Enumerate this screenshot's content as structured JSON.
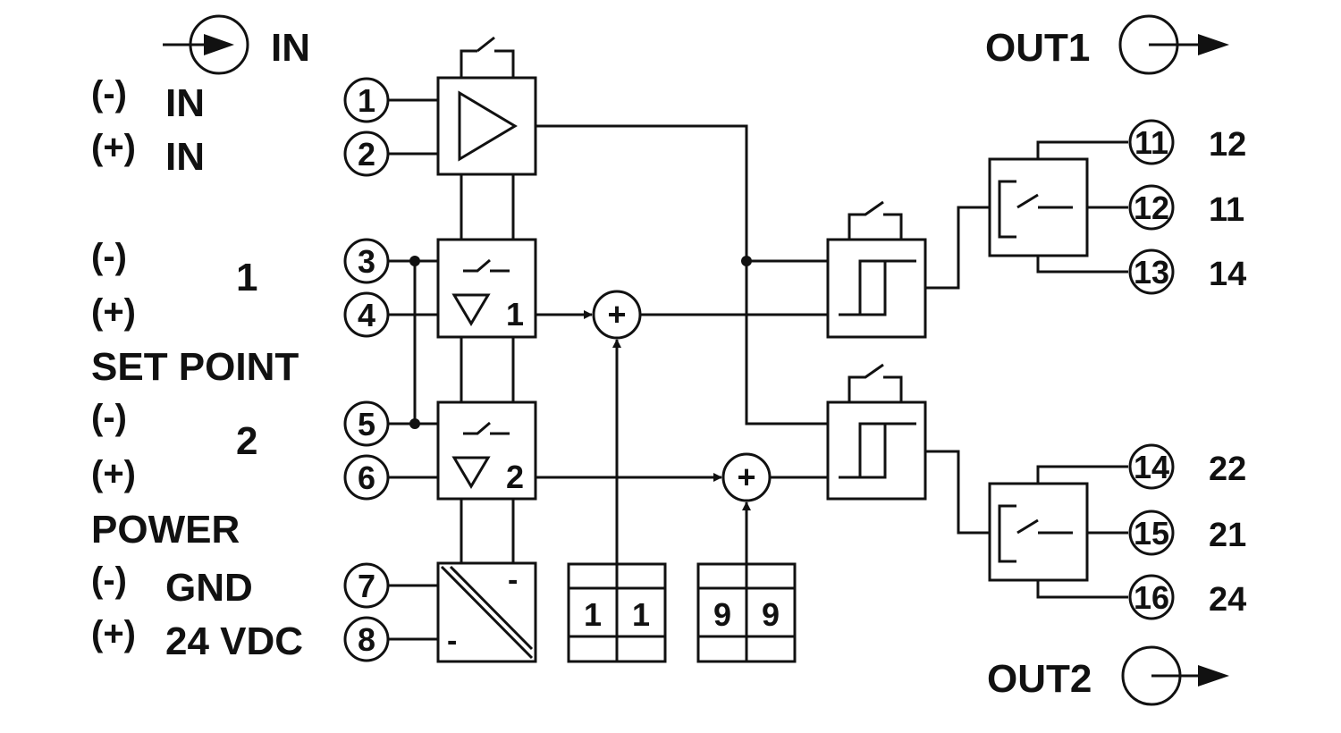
{
  "left_labels": {
    "in_header": "IN",
    "in_minus": "(-)",
    "in_minus_text": "IN",
    "in_plus": "(+)",
    "in_plus_text": "IN",
    "sp1_minus": "(-)",
    "sp1_num": "1",
    "sp1_plus": "(+)",
    "setpoint": "SET POINT",
    "sp2_minus": "(-)",
    "sp2_num": "2",
    "sp2_plus": "(+)",
    "power": "POWER",
    "gnd_minus": "(-)",
    "gnd": "GND",
    "vdc_plus": "(+)",
    "vdc": "24 VDC"
  },
  "input_terminals": [
    "1",
    "2",
    "3",
    "4",
    "5",
    "6",
    "7",
    "8"
  ],
  "comparator_labels": [
    "1",
    "2"
  ],
  "converter_signs": [
    "-",
    "-"
  ],
  "dip_switches": {
    "sw1": [
      "1",
      "1"
    ],
    "sw2": [
      "9",
      "9"
    ]
  },
  "summer_symbol": "+",
  "outputs": {
    "out1": "OUT1",
    "out2": "OUT2"
  },
  "output_terminals": [
    {
      "terminal": "11",
      "contact": "12"
    },
    {
      "terminal": "12",
      "contact": "11"
    },
    {
      "terminal": "13",
      "contact": "14"
    },
    {
      "terminal": "14",
      "contact": "22"
    },
    {
      "terminal": "15",
      "contact": "21"
    },
    {
      "terminal": "16",
      "contact": "24"
    }
  ]
}
